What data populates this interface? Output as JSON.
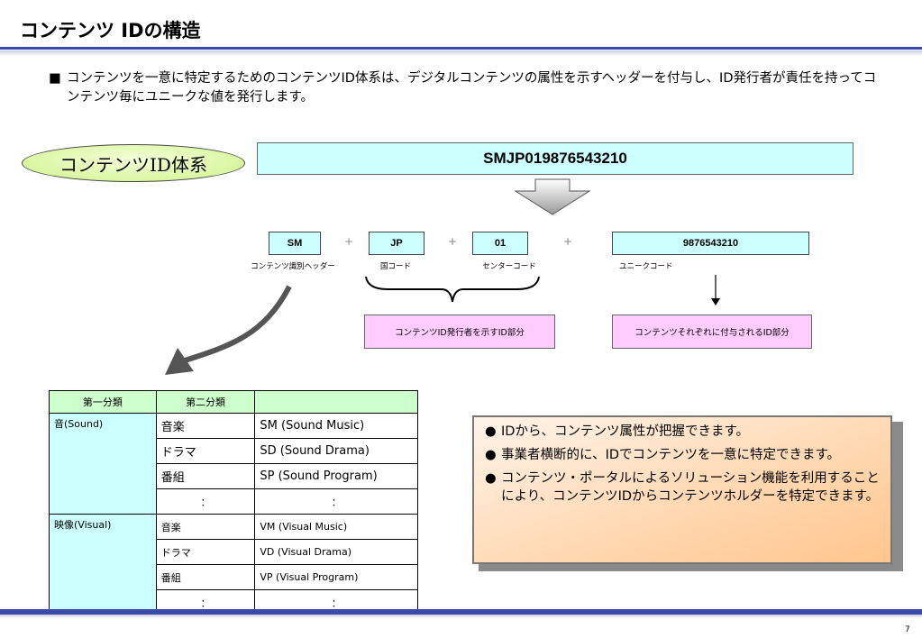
{
  "slide": {
    "title": "コンテンツ IDの構造",
    "intro_bullet": "■",
    "intro_text": "コンテンツを一意に特定するためのコンテンツID体系は、デジタルコンテンツの属性を示すヘッダーを付与し、ID発行者が責任を持ってコンテンツ毎にユニークな値を発行します。",
    "page_number": "7"
  },
  "id_system": {
    "label": "コンテンツID体系",
    "example_id": "SMJP019876543210"
  },
  "segments": [
    {
      "value": "SM",
      "caption": "コンテンツ識別ヘッダー"
    },
    {
      "value": "JP",
      "caption": "国コード"
    },
    {
      "value": "01",
      "caption": "センターコード"
    },
    {
      "value": "9876543210",
      "caption": "ユニークコード"
    }
  ],
  "plus_sign": "+",
  "issuer_box": "コンテンツID発行者を示すID部分",
  "unique_box": "コンテンツそれぞれに付与されるID部分",
  "classification": {
    "headers": [
      "第一分類",
      "第二分類",
      ""
    ],
    "sound": {
      "category": "音(Sound)",
      "rows": [
        [
          "音楽",
          "SM (Sound Music)"
        ],
        [
          "ドラマ",
          "SD (Sound Drama)"
        ],
        [
          "番組",
          "SP (Sound Program)"
        ],
        [
          "：",
          "："
        ]
      ]
    },
    "visual": {
      "category": "映像(Visual)",
      "rows": [
        [
          "音楽",
          "VM (Visual Music)"
        ],
        [
          "ドラマ",
          "VD (Visual Drama)"
        ],
        [
          "番組",
          "VP (Visual Program)"
        ],
        [
          "：",
          "："
        ]
      ]
    }
  },
  "notes": {
    "bullet": "●",
    "items": [
      "IDから、コンテンツ属性が把握できます。",
      "事業者横断的に、IDでコンテンツを一意に特定できます。",
      "コンテンツ・ポータルによるソリューション機能を利用することにより、コンテンツIDからコンテンツホルダーを特定できます。"
    ]
  }
}
